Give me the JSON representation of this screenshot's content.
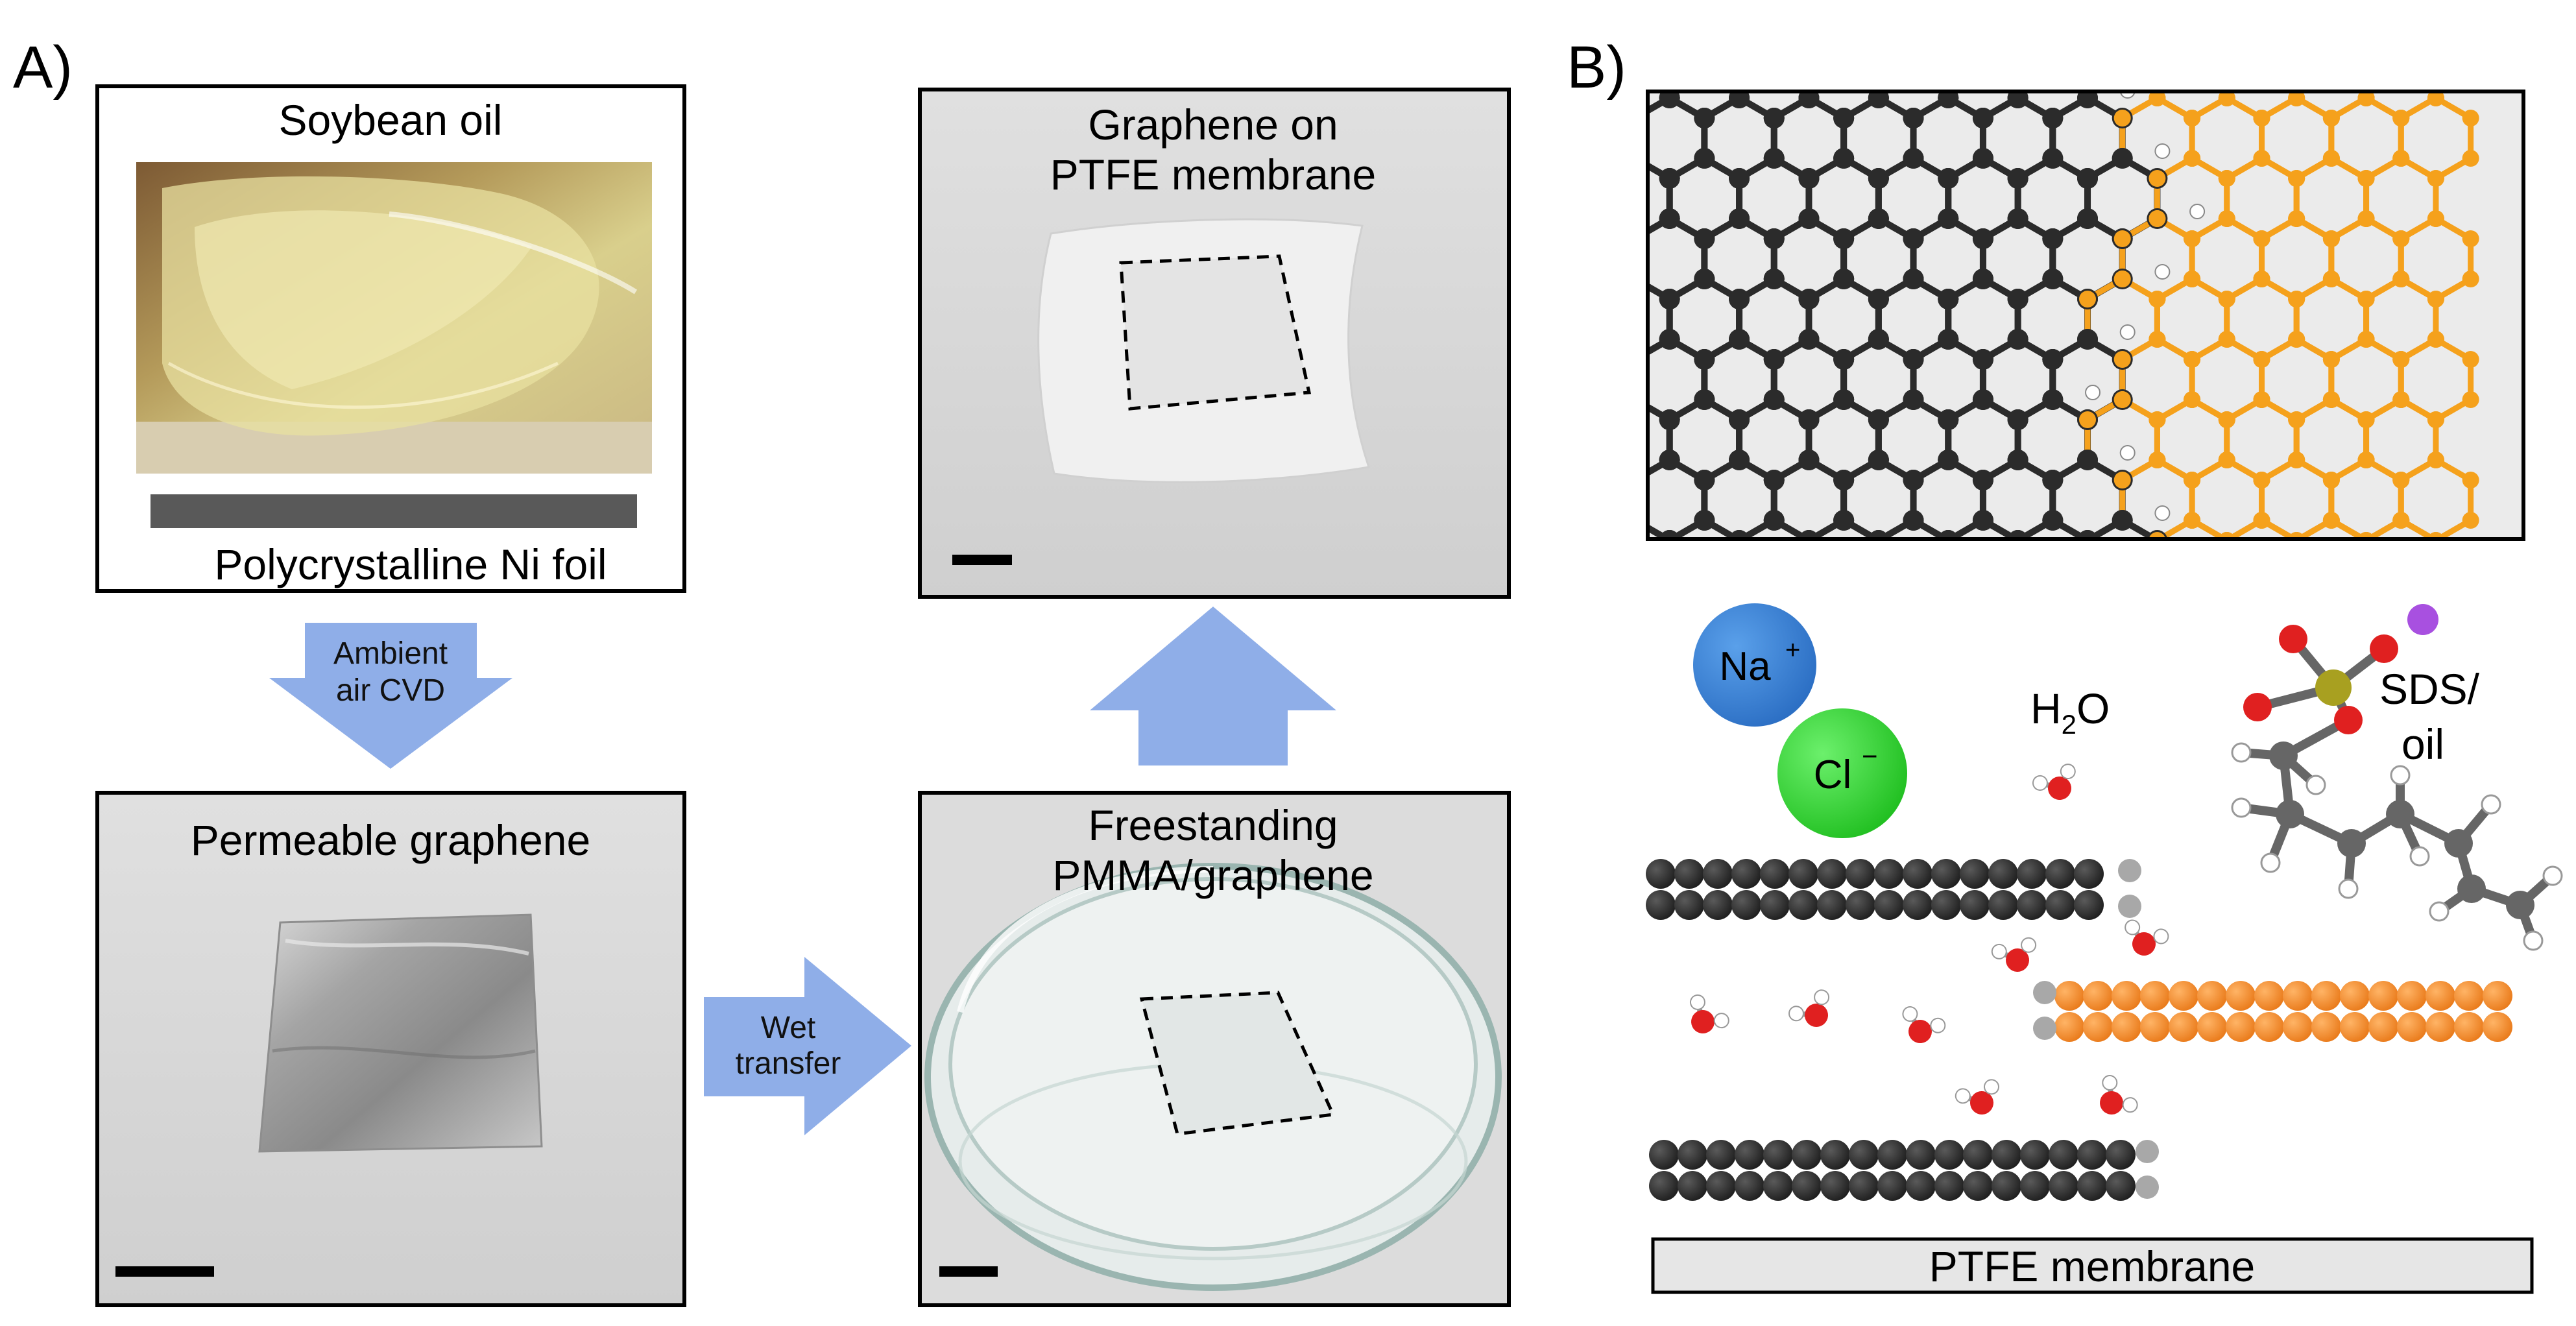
{
  "panel_a": {
    "label": "A)",
    "soybean_title": "Soybean oil",
    "ni_foil_label": "Polycrystalline Ni foil",
    "cvd_arrow_line1": "Ambient",
    "cvd_arrow_line2": "air CVD",
    "permeable_title": "Permeable graphene",
    "wet_arrow_line1": "Wet",
    "wet_arrow_line2": "transfer",
    "pmma_title_line1": "Freestanding",
    "pmma_title_line2": "PMMA/graphene",
    "ptfe_title_line1": "Graphene on",
    "ptfe_title_line2": "PTFE membrane"
  },
  "panel_b": {
    "label": "B)",
    "sodium_label": "Na",
    "sodium_charge": "+",
    "chloride_label": "Cl",
    "chloride_charge": "−",
    "water_label_h": "H",
    "water_label_sub": "2",
    "water_label_o": "O",
    "sds_label_line1": "SDS/",
    "sds_label_line2": "oil",
    "membrane_label": "PTFE membrane"
  },
  "colors": {
    "arrow_blue": "#8faee8",
    "graphene_dark": "#2b2b2b",
    "graphene_orange": "#f5a11c",
    "layer_orange": "#f28c28",
    "sodium_blue": "#3a82d8",
    "chloride_green": "#3bd23b",
    "oxygen_red": "#e02020",
    "sulfur_olive": "#a8a020",
    "sodium_atom_purple": "#a850e0"
  }
}
